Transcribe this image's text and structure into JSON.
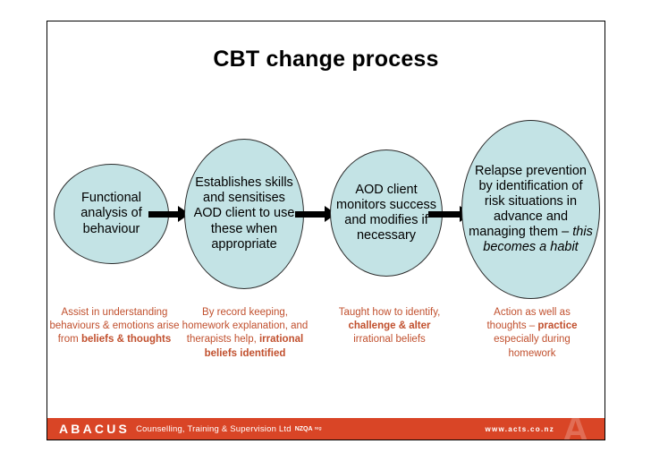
{
  "slide": {
    "title": "CBT change process",
    "colors": {
      "ellipse_fill": "#c3e3e5",
      "ellipse_stroke": "#2b2b2b",
      "caption_text": "#c1502e",
      "footer_background": "#d94526",
      "footer_text": "#ffffff",
      "arrow": "#000000"
    }
  },
  "stages": [
    {
      "id": "functional-analysis",
      "text": "Functional analysis of behaviour"
    },
    {
      "id": "establishes-skills",
      "text": "Establishes skills and sensitises AOD client to use these when appropriate"
    },
    {
      "id": "aod-monitors",
      "text": "AOD client monitors success and modifies if necessary"
    },
    {
      "id": "relapse-prevention",
      "text_normal": "Relapse prevention by identification of risk situations in advance and managing them – ",
      "text_italic": "this becomes a habit"
    }
  ],
  "captions": [
    {
      "id": "caption-functional-analysis",
      "segments": [
        {
          "text": "Assist in understanding behaviours & emotions arise from ",
          "bold": false
        },
        {
          "text": "beliefs & thoughts",
          "bold": true
        }
      ]
    },
    {
      "id": "caption-establishes-skills",
      "segments": [
        {
          "text": "By record keeping, homework explanation, and therapists help, ",
          "bold": false
        },
        {
          "text": "irrational beliefs identified",
          "bold": true
        }
      ]
    },
    {
      "id": "caption-aod-monitors",
      "segments": [
        {
          "text": "Taught how to identify, ",
          "bold": false
        },
        {
          "text": "challenge & alter",
          "bold": true
        },
        {
          "text": " irrational beliefs",
          "bold": false
        }
      ]
    },
    {
      "id": "caption-relapse-prevention",
      "segments": [
        {
          "text": "Action as well as thoughts – ",
          "bold": false
        },
        {
          "text": "practice",
          "bold": true
        },
        {
          "text": " especially during homework",
          "bold": false
        }
      ]
    }
  ],
  "arrows": [
    {
      "id": "arrow-1",
      "from": "functional-analysis",
      "to": "establishes-skills"
    },
    {
      "id": "arrow-2",
      "from": "establishes-skills",
      "to": "aod-monitors"
    },
    {
      "id": "arrow-3",
      "from": "aod-monitors",
      "to": "relapse-prevention"
    }
  ],
  "footer": {
    "brand": "ABACUS",
    "tagline": "Counselling, Training & Supervision Ltd",
    "accreditation": "NZQA",
    "accreditation_suffix": "reg",
    "url": "www.acts.co.nz",
    "watermark_letter": "A"
  }
}
